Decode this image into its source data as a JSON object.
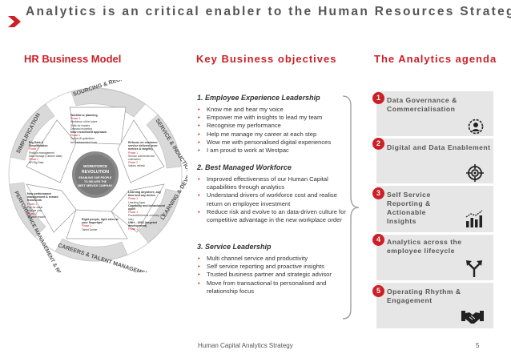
{
  "title": "Analytics is an critical enabler to the Human Resources Strategy",
  "headers": {
    "hr_model": "HR Business Model",
    "objectives": "Key Business objectives",
    "agenda": "The Analytics agenda"
  },
  "wheel": {
    "center": [
      "WORKFORCE",
      "REVOLUTION",
      "ENABLING OUR PEOPLE",
      "TO DELIVER THE",
      "BEST SERVICE COMPANY"
    ],
    "segments": [
      "SOURCING & RECRUITMENT",
      "SERVICE & INDUCTION",
      "LEARNING & DEVELOPMENT",
      "CAREERS & TALENT MANAGEMENT",
      "PERFORMANCE MANAGEMENT & REWARD",
      "SIMPLIFICATION"
    ],
    "boxes": {
      "sourcing": {
        "title": "Workforce planning",
        "lines": [
          "Phase 1",
          "Workforce of the future",
          "Skills for leaders",
          "Demand modeling"
        ],
        "title2": "New recruitment approach",
        "lines2": [
          "Phase 1",
          "Culture fit guidelines",
          "New assessment tools"
        ]
      },
      "service": {
        "title": "Refocus on customer service delivery (over metrics & targets)",
        "lines": [
          "Phase 1",
          "Service culture/service orientation"
        ],
        "lines2": [
          "Phase 2",
          "Values refresh"
        ]
      },
      "learning": {
        "title": "Learning anywhere, any time and any device",
        "lines": [
          "Phase 1",
          "Learning Apps"
        ],
        "title2": "Capability and behavioural uplift",
        "lines2": [
          "Phase 1",
          "Product/technical currency (for role)"
        ],
        "title3": "UNH – UNO (targeted development)",
        "lines3": [
          "Phase 1"
        ]
      },
      "careers": {
        "title": "Right people, right roles at your fingertips!",
        "lines": [
          "Phase 1",
          "Talent Online"
        ]
      },
      "performance": {
        "title": "New performance management & reward framework",
        "lines": [
          "Phase 1",
          "Pay for value",
          "Multiple jobs",
          "Phase 2",
          "Variable reward"
        ]
      },
      "simplification": {
        "title": "Big Data & Simplification",
        "lines": [
          "Phase 1",
          "Position management",
          "Data Storage (Cleaner data)",
          "Phase 2",
          "HR Big Data"
        ]
      }
    }
  },
  "objectives": [
    {
      "heading": "1. Employee Experience Leadership",
      "items": [
        "Know me and hear my voice",
        "Empower me with insights to lead my team",
        "Recognise my performance",
        "Help me manage my career at each step",
        "Wow me with personalised digital experiences",
        "I am proud to work at Westpac"
      ]
    },
    {
      "heading": "2. Best Managed  Workforce",
      "items": [
        "Improved effectiveness of our Human Capital capabilities through analytics",
        "Understand drivers of workforce cost and realise return on employee investment",
        "Reduce risk and evolve to an data-driven culture for competitive advantage in the new workplace order"
      ]
    },
    {
      "heading": "3. Service Leadership",
      "items": [
        "Multi channel service and productivity",
        "Self service reporting and proactive insights",
        "Trusted business partner and strategic advisor",
        "Move from transactional to personalised and relationship focus"
      ]
    }
  ],
  "agenda": [
    {
      "num": "1",
      "label": "Data Governance & Commercialisation",
      "icon": "person-gear-icon"
    },
    {
      "num": "2",
      "label": "Digital and Data Enablement",
      "icon": "target-icon"
    },
    {
      "num": "3",
      "label": "Self Service Reporting & Actionable Insights",
      "icon": "bar-chart-icon"
    },
    {
      "num": "4",
      "label": "Analytics across the employee lifecycle",
      "icon": "split-arrows-icon"
    },
    {
      "num": "5",
      "label": "Operating Rhythm & Engagement",
      "icon": "handshake-icon"
    }
  ],
  "footer": {
    "text": "Human Capital Analytics Strategy",
    "page": "5"
  },
  "colors": {
    "accent": "#cc1f26",
    "panel": "#e6e6e6",
    "text": "#555555"
  }
}
